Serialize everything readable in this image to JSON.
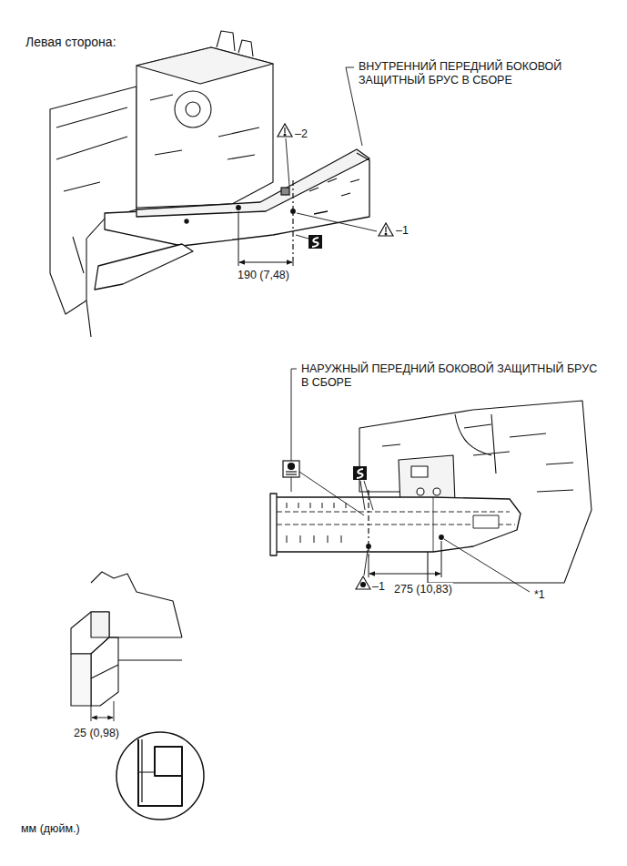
{
  "diagram": {
    "title": "Левая сторона:",
    "labels": [
      "ВНУТРЕННИЙ ПЕРЕДНИЙ БОКОВОЙ ЗАЩИТНЫЙ БРУС В СБОРЕ",
      "–2",
      "–1",
      "190 (7,48)",
      "НАРУЖНЫЙ ПЕРЕДНИЙ БОКОВОЙ ЗАЩИТНЫЙ БРУС В СБОРЕ",
      "–1",
      "275 (10,83)",
      "*1",
      "25 (0,98)",
      "мм (дюйм.)"
    ]
  }
}
